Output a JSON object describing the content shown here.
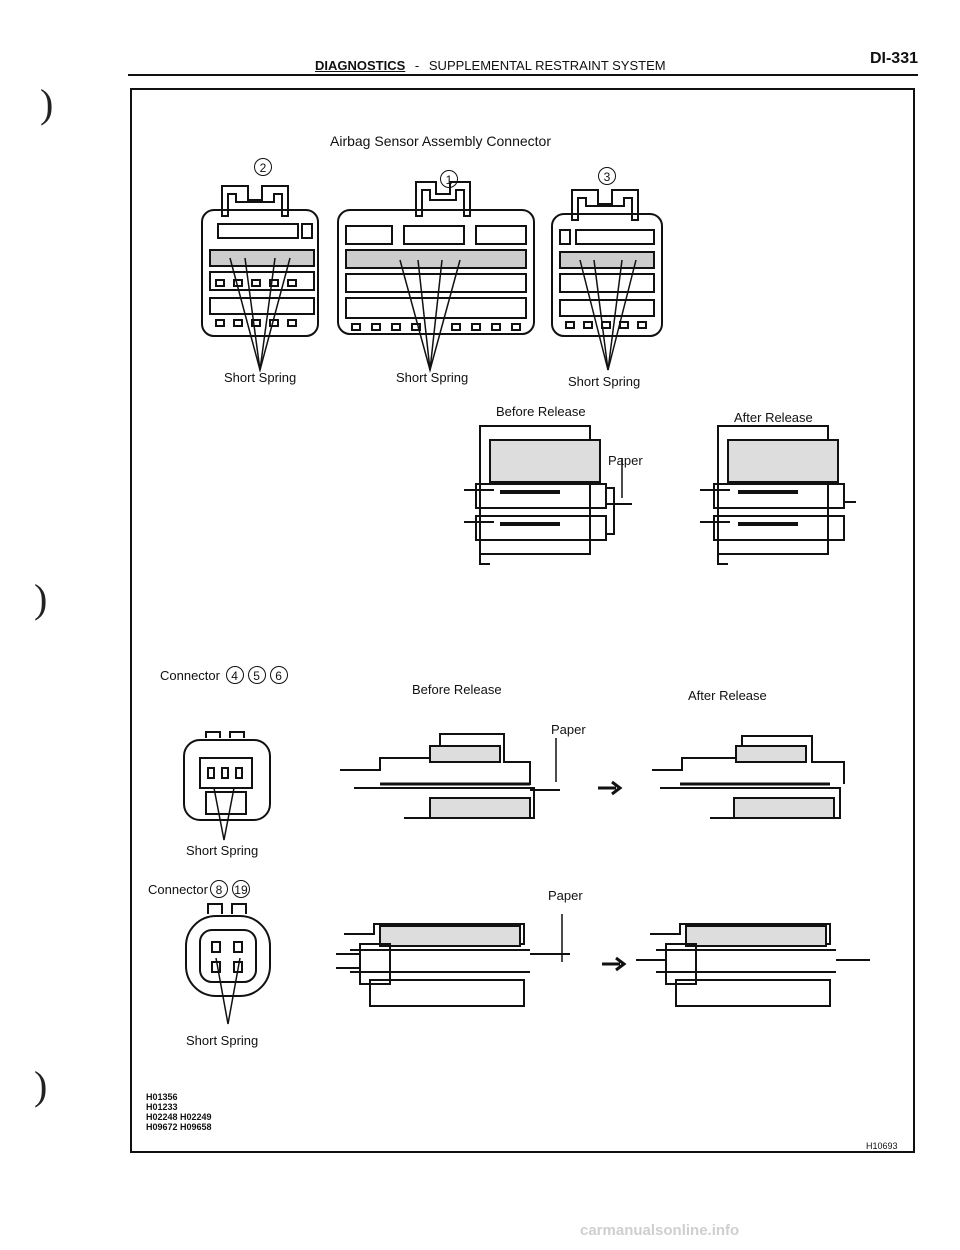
{
  "header": {
    "section": "DIAGNOSTICS",
    "separator": "-",
    "subsection": "SUPPLEMENTAL RESTRAINT SYSTEM",
    "page_number": "DI-331"
  },
  "figure": {
    "title": "Airbag Sensor Assembly Connector",
    "connector_top": {
      "left_id": "2",
      "center_id": "1",
      "right_id": "3",
      "left_label": "Short Spring",
      "center_label": "Short Spring",
      "right_label": "Short Spring"
    },
    "release_top": {
      "before_label": "Before Release",
      "after_label": "After Release",
      "paper_label": "Paper"
    },
    "connector_456": {
      "prefix": "Connector",
      "ids": [
        "4",
        "5",
        "6"
      ],
      "spring_label": "Short Spring",
      "before_label": "Before Release",
      "after_label": "After Release",
      "paper_label": "Paper"
    },
    "connector_8_19": {
      "prefix": "Connector",
      "ids": [
        "8",
        "19"
      ],
      "spring_label": "Short Spring",
      "paper_label": "Paper"
    },
    "ref_codes": [
      "H01356",
      "H01233",
      "H02248  H02249",
      "H09672  H09658"
    ],
    "figure_code": "H10693"
  },
  "footer": {
    "watermark": "carmanualsonline.info"
  }
}
